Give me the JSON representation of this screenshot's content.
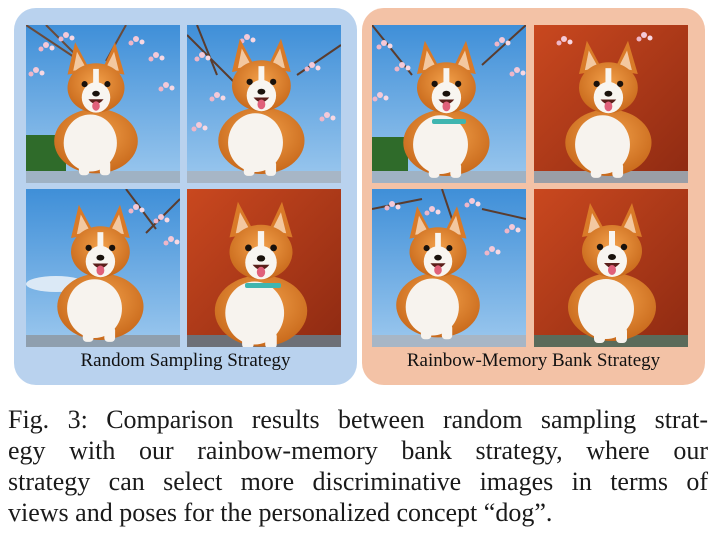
{
  "figure": {
    "left_panel": {
      "caption": "Random Sampling Strategy",
      "background": "#b9d2ee"
    },
    "right_panel": {
      "caption": "Rainbow-Memory Bank Strategy",
      "background": "#f3c2a6"
    },
    "caption_lines": [
      "Fig. 3: Comparison results between random sampling strat-",
      "egy with our rainbow-memory bank strategy, where our",
      "strategy can select more discriminative images in terms of",
      "views and poses for the personalized concept “dog”."
    ]
  }
}
